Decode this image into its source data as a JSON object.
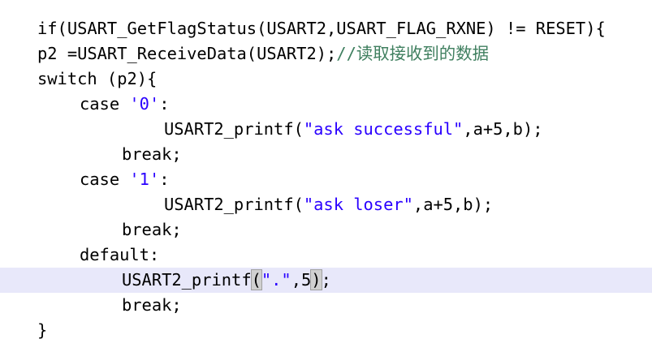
{
  "editor": {
    "current_line_highlight": "#e8e8fa",
    "colors": {
      "keyword": "#000000",
      "string": "#2a00ff",
      "comment": "#3f7f5f",
      "text": "#000000",
      "bracket_match": "#d0d0d0"
    },
    "lines": [
      {
        "indent": 1,
        "segments": [
          {
            "type": "txt",
            "text": "if(USART_GetFlagStatus(USART2,USART_FLAG_RXNE) != RESET){"
          }
        ]
      },
      {
        "indent": 1,
        "segments": [
          {
            "type": "txt",
            "text": "p2 =USART_ReceiveData(USART2);"
          },
          {
            "type": "cmt",
            "text": "//读取接收到的数据"
          }
        ]
      },
      {
        "indent": 1,
        "segments": [
          {
            "type": "txt",
            "text": "switch (p2){"
          }
        ]
      },
      {
        "indent": 2,
        "segments": [
          {
            "type": "txt",
            "text": "case "
          },
          {
            "type": "str",
            "text": "'0'"
          },
          {
            "type": "txt",
            "text": ":"
          }
        ]
      },
      {
        "indent": 4,
        "segments": [
          {
            "type": "txt",
            "text": "USART2_printf("
          },
          {
            "type": "str",
            "text": "\"ask successful\""
          },
          {
            "type": "txt",
            "text": ",a+5,b);"
          }
        ]
      },
      {
        "indent": 3,
        "segments": [
          {
            "type": "txt",
            "text": "break;"
          }
        ]
      },
      {
        "indent": 2,
        "segments": [
          {
            "type": "txt",
            "text": "case "
          },
          {
            "type": "str",
            "text": "'1'"
          },
          {
            "type": "txt",
            "text": ":"
          }
        ]
      },
      {
        "indent": 4,
        "segments": [
          {
            "type": "txt",
            "text": "USART2_printf("
          },
          {
            "type": "str",
            "text": "\"ask loser\""
          },
          {
            "type": "txt",
            "text": ",a+5,b);"
          }
        ]
      },
      {
        "indent": 3,
        "segments": [
          {
            "type": "txt",
            "text": "break;"
          }
        ]
      },
      {
        "indent": 2,
        "segments": [
          {
            "type": "txt",
            "text": "default:"
          }
        ]
      },
      {
        "indent": 3,
        "current": true,
        "segments": [
          {
            "type": "txt",
            "text": "USART2_printf"
          },
          {
            "type": "txt",
            "text": "(",
            "match": true
          },
          {
            "type": "str",
            "text": "\".\""
          },
          {
            "type": "txt",
            "text": ",5"
          },
          {
            "type": "txt",
            "text": ")",
            "match": true
          },
          {
            "type": "txt",
            "text": ";"
          }
        ]
      },
      {
        "indent": 3,
        "segments": [
          {
            "type": "txt",
            "text": "break;"
          }
        ]
      },
      {
        "indent": 1,
        "segments": [
          {
            "type": "txt",
            "text": "}"
          }
        ]
      }
    ]
  }
}
